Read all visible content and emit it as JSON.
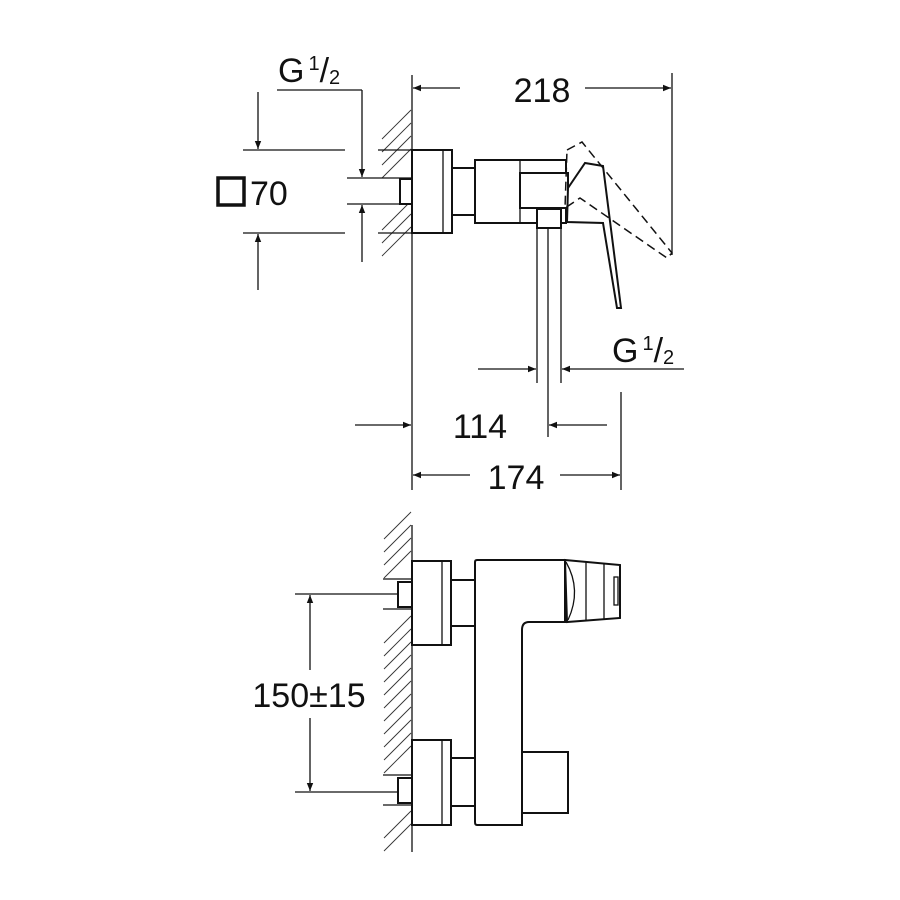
{
  "colors": {
    "line": "#111111",
    "background": "#ffffff"
  },
  "side_view": {
    "width_total": "218",
    "projection_wall_to_outlet": "114",
    "width_body": "174",
    "square_symbol_size": "70",
    "thread_inlet": {
      "letter": "G",
      "numerator": "1",
      "slash": "/",
      "denominator": "2"
    },
    "thread_outlet": {
      "letter": "G",
      "numerator": "1",
      "slash": "/",
      "denominator": "2"
    }
  },
  "front_view": {
    "center_distance": "150±15"
  }
}
